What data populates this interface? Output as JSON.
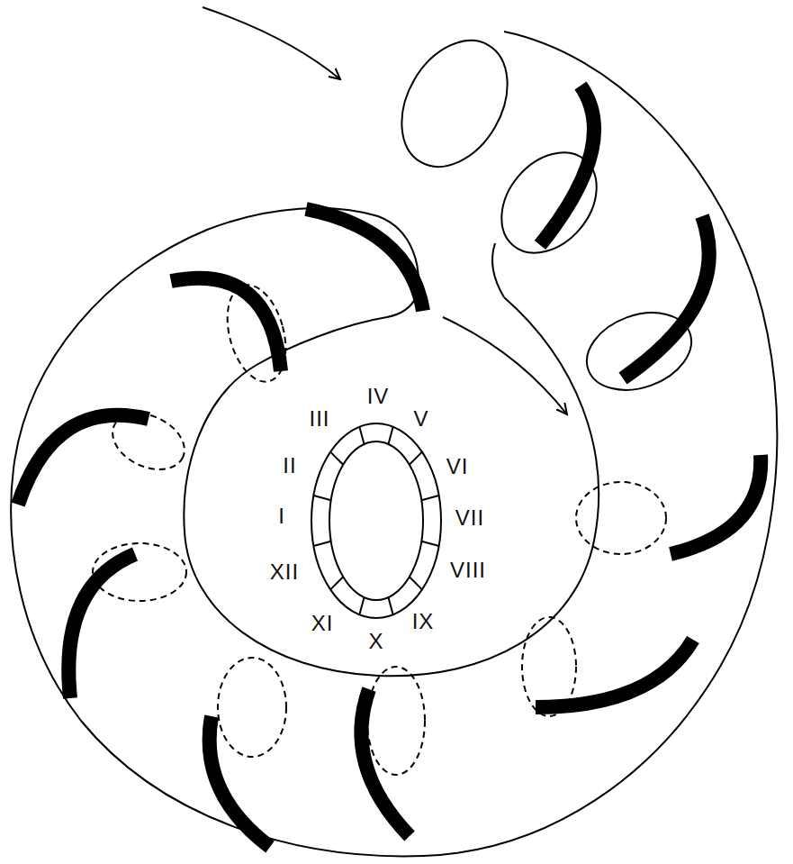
{
  "diagram": {
    "labels": [
      "I",
      "II",
      "III",
      "IV",
      "V",
      "VI",
      "VII",
      "VIII",
      "IX",
      "X",
      "XI",
      "XII"
    ]
  }
}
